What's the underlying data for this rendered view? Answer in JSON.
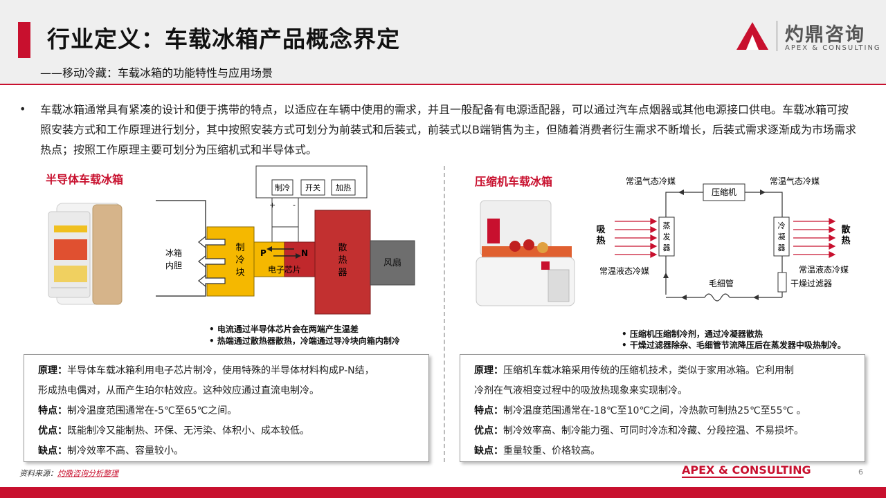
{
  "header": {
    "title": "行业定义：车载冰箱产品概念界定",
    "subtitle": "——移动冷藏：车载冰箱的功能特性与应用场景",
    "logo_name": "灼鼎咨询",
    "logo_sub": "APEX & CONSULTING"
  },
  "intro": {
    "bullet": "•",
    "text": "车载冰箱通常具有紧凑的设计和便于携带的特点，以适应在车辆中使用的需求，并且一般配备有电源适配器，可以通过汽车点烟器或其他电源接口供电。车载冰箱可按照安装方式和工作原理进行划分，其中按照安装方式可划分为前装式和后装式，前装式以B端销售为主，但随着消费者衍生需求不断增长，后装式需求逐渐成为市场需求热点；按照工作原理主要可划分为压缩机式和半导体式。"
  },
  "semiconductor": {
    "title": "半导体车载冰箱",
    "diagram": {
      "controls": [
        "制冷",
        "开关",
        "加热"
      ],
      "plus": "+",
      "minus": "-",
      "inner_label": [
        "冰箱",
        "内胆"
      ],
      "cooling_block": [
        "制",
        "冷",
        "块"
      ],
      "p_label": "P",
      "n_label": "N",
      "chip_label": "电子芯片",
      "heatsink": [
        "散",
        "热",
        "器"
      ],
      "fan": "风扇",
      "colors": {
        "cooling": "#f5b800",
        "chip": "#c0282c",
        "heatsink": "#c23030",
        "fan": "#6e6e6e"
      }
    },
    "notes": [
      "•  电流通过半导体芯片会在两端产生温差",
      "•  热端通过散热器散热，冷端通过导冷块向箱内制冷"
    ],
    "box": [
      {
        "label": "原理：",
        "text": "半导体车载冰箱利用电子芯片制冷，使用特殊的半导体材料构成P-N结，"
      },
      {
        "label": "",
        "text": "形成热电偶对，从而产生珀尔帖效应。这种效应通过直流电制冷。"
      },
      {
        "label": "特点：",
        "text": "制冷温度范围通常在-5℃至65℃之间。"
      },
      {
        "label": "优点：",
        "text": "既能制冷又能制热、环保、无污染、体积小、成本较低。"
      },
      {
        "label": "缺点：",
        "text": "制冷效率不高、容量较小。"
      }
    ]
  },
  "compressor": {
    "title": "压缩机车载冰箱",
    "diagram": {
      "top_left": "常温气态冷媒",
      "top_right": "常温气态冷媒",
      "compressor": "压缩机",
      "absorb": [
        "吸",
        "热"
      ],
      "evaporator": [
        "蒸",
        "发",
        "器"
      ],
      "condenser": [
        "冷",
        "凝",
        "器"
      ],
      "release": [
        "散",
        "热"
      ],
      "bottom_left": "常温液态冷媒",
      "bottom_right": "常温液态冷媒",
      "capillary": "毛细管",
      "filter": "干燥过滤器"
    },
    "notes": [
      "•  压缩机压缩制冷剂，通过冷凝器散热",
      "•  干燥过滤器除杂、毛细管节流降压后在蒸发器中吸热制冷。"
    ],
    "box": [
      {
        "label": "原理：",
        "text": "压缩机车载冰箱采用传统的压缩机技术，类似于家用冰箱。它利用制"
      },
      {
        "label": "",
        "text": "冷剂在气液相变过程中的吸放热现象来实现制冷。"
      },
      {
        "label": "特点：",
        "text": "制冷温度范围通常在-18℃至10℃之间，冷热款可制热25℃至55℃ 。"
      },
      {
        "label": "优点：",
        "text": "制冷效率高、制冷能力强、可同时冷冻和冷藏、分段控温、不易损坏。"
      },
      {
        "label": "缺点：",
        "text": "重量较重、价格较高。"
      }
    ]
  },
  "footer": {
    "source_label": "资料来源：",
    "source_text": "灼鼎咨询分析整理",
    "brand": "APEX & CONSULTING",
    "page": "6"
  },
  "colors": {
    "accent": "#c8102e",
    "header_bg": "#efefef"
  }
}
